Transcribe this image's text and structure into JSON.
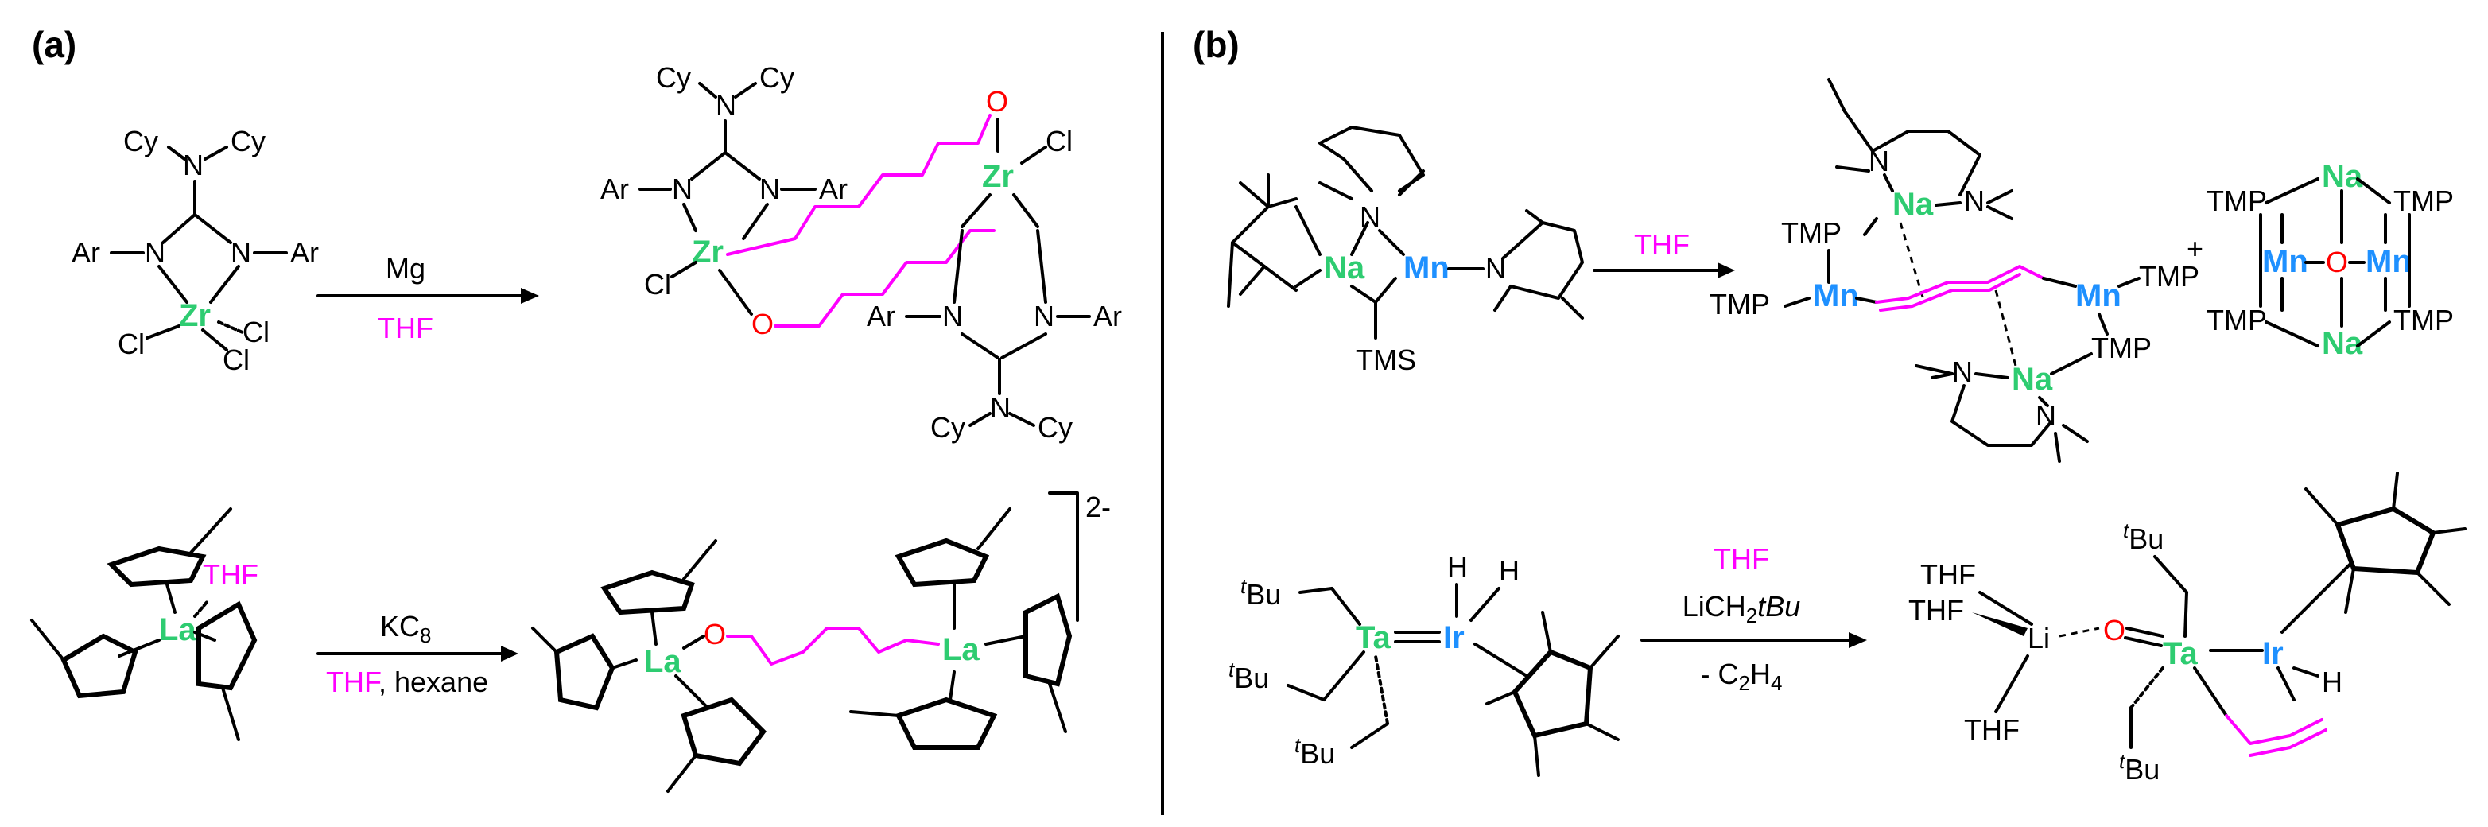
{
  "colors": {
    "zr": "#2ecc71",
    "na": "#2ecc71",
    "la": "#2ecc71",
    "ta": "#2ecc71",
    "mn": "#1e90ff",
    "ir": "#1e90ff",
    "oxygen": "#ff0000",
    "thf": "#ff00ff",
    "bond": "#000000"
  },
  "panels": {
    "a": "(a)",
    "b": "(b)"
  },
  "reactions": {
    "a1": {
      "reagent": "Mg",
      "solvent": "THF"
    },
    "a2": {
      "reagent": "KC",
      "reagent_sub": "8",
      "solvent": "THF",
      "extra": ", hexane"
    },
    "b1": {
      "solvent": "THF"
    },
    "b2": {
      "solvent": "THF",
      "reagent": "LiCH",
      "reagent_sub": "2",
      "reagent_tail": "tBu",
      "byproduct": "- C",
      "byproduct_sub": "2",
      "byproduct_tail": "H",
      "byproduct_sub2": "4"
    }
  },
  "atoms": {
    "Cy": "Cy",
    "N": "N",
    "Ar": "Ar",
    "Zr": "Zr",
    "Cl": "Cl",
    "O": "O",
    "La": "La",
    "THF": "THF",
    "Na": "Na",
    "Mn": "Mn",
    "TMS": "TMS",
    "TMP": "TMP",
    "Ta": "Ta",
    "Ir": "Ir",
    "H": "H",
    "Li": "Li",
    "tBu_pre": "t",
    "tBu_post": "Bu",
    "plus": "+",
    "charge": "2-"
  }
}
